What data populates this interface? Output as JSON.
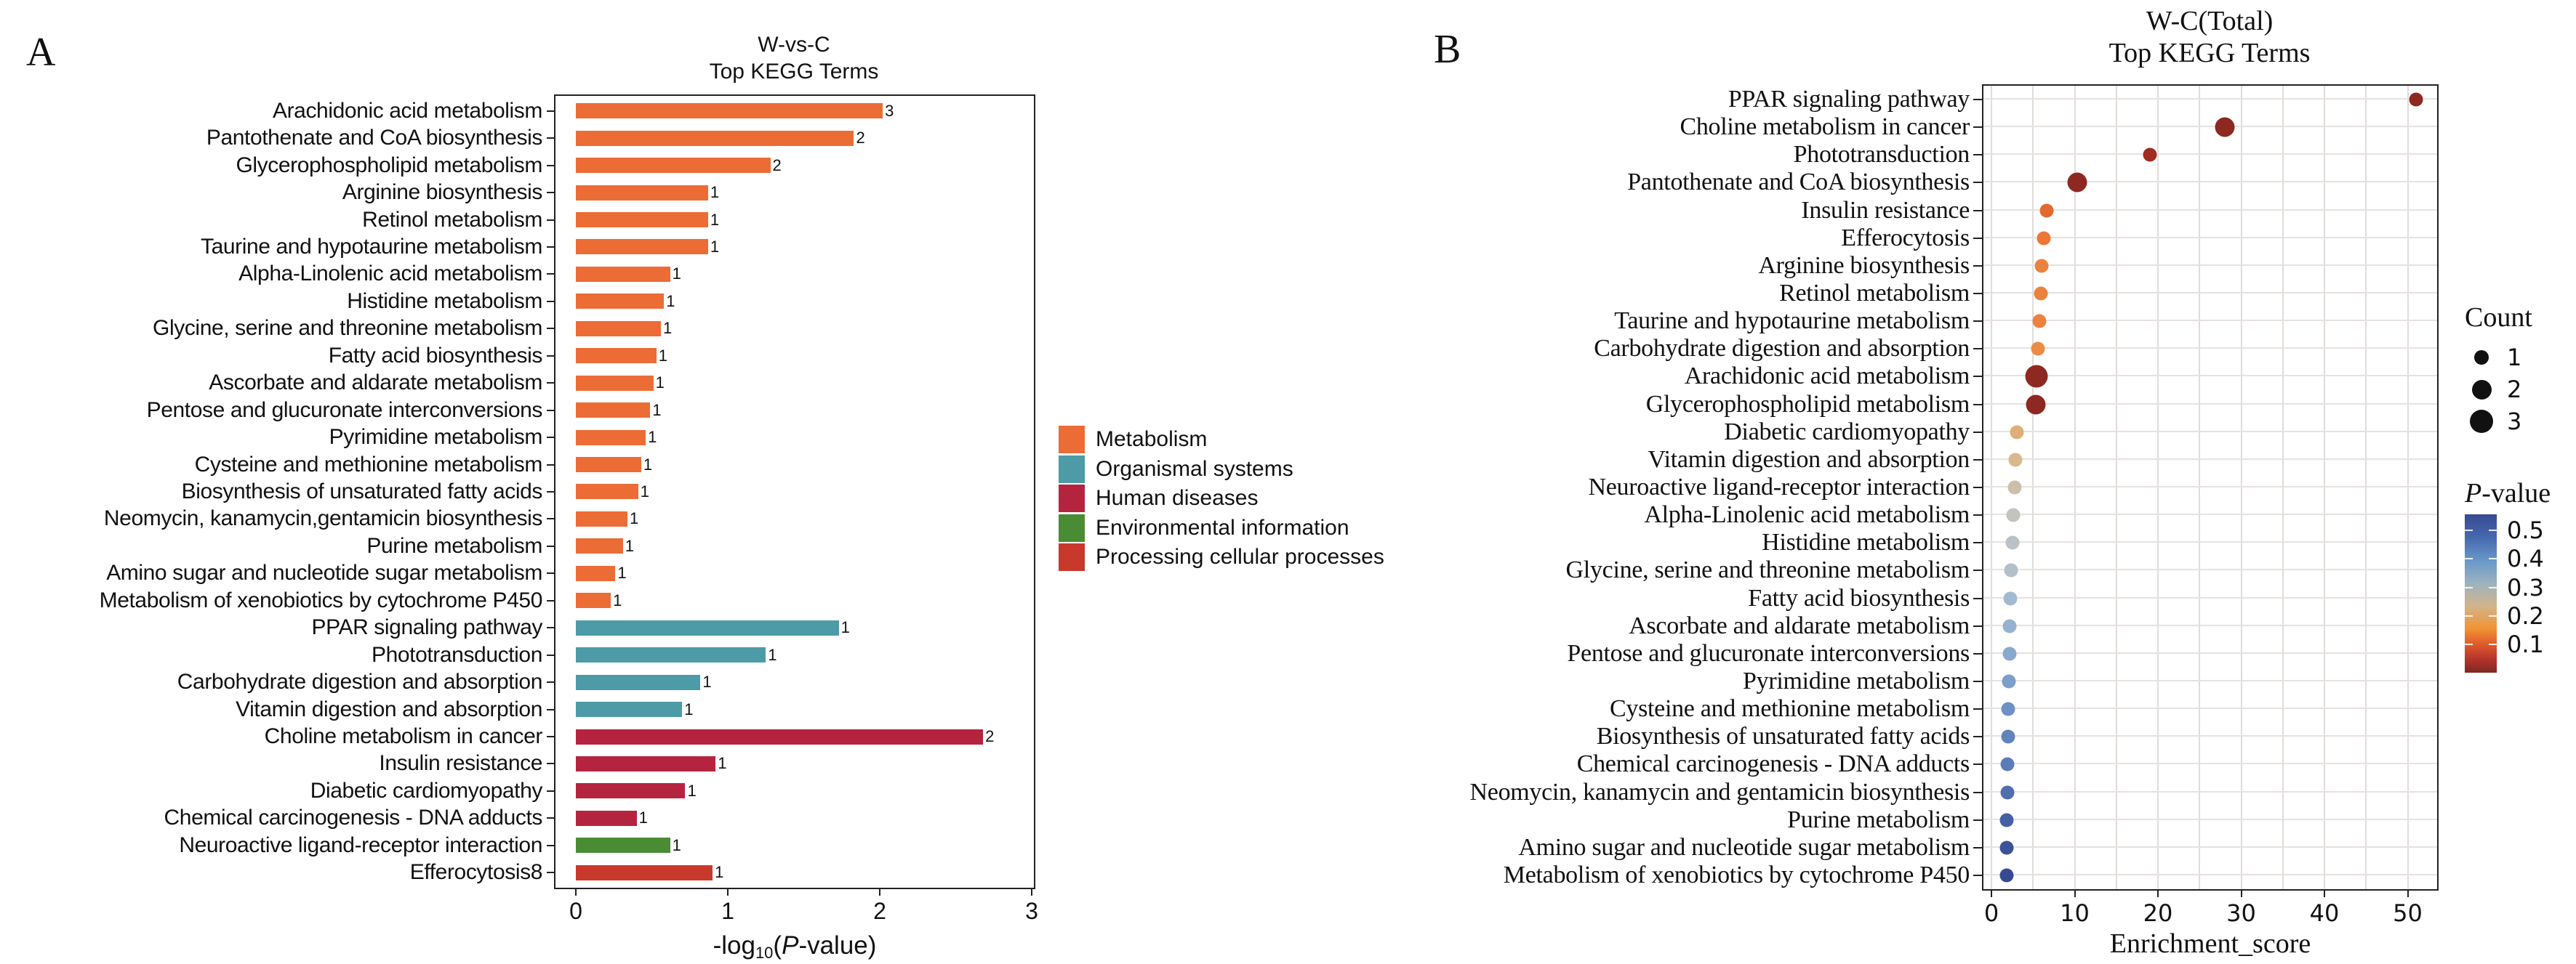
{
  "panel_a": {
    "letter": "A",
    "title_line1": "W-vs-C",
    "title_line2": "Top KEGG Terms",
    "xlabel_prefix": "-log",
    "xlabel_sub": "10",
    "xlabel_open": "(",
    "xlabel_italic": "P",
    "xlabel_rest": "-value)",
    "xticks": [
      "0",
      "1",
      "2",
      "3"
    ],
    "legend": [
      {
        "label": "Metabolism",
        "color": "#EC6C35"
      },
      {
        "label": "Organismal systems",
        "color": "#4C9BA6"
      },
      {
        "label": "Human diseases",
        "color": "#B5243E"
      },
      {
        "label": "Environmental information",
        "color": "#4A8C33"
      },
      {
        "label": "Processing cellular processes",
        "color": "#C8392B"
      }
    ]
  },
  "panel_b": {
    "letter": "B",
    "title_line1": "W-C(Total)",
    "title_line2": "Top KEGG Terms",
    "xlabel": "Enrichment_score",
    "xticks": [
      "0",
      "10",
      "20",
      "30",
      "40",
      "50"
    ],
    "count_legend": {
      "title": "Count",
      "items": [
        {
          "label": "1",
          "size": 13
        },
        {
          "label": "2",
          "size": 18
        },
        {
          "label": "3",
          "size": 23
        }
      ]
    },
    "pvalue_legend": {
      "title_italic": "P",
      "title_rest": "-value",
      "ticks": [
        "0.5",
        "0.4",
        "0.3",
        "0.2",
        "0.1"
      ]
    }
  },
  "chart_data": [
    {
      "type": "bar",
      "title": "W-vs-C Top KEGG Terms",
      "xlabel": "-log10(P-value)",
      "ylabel": "",
      "xlim": [
        0,
        3
      ],
      "orientation": "horizontal",
      "grid": false,
      "legend_position": "right",
      "categories": [
        "Arachidonic acid metabolism",
        "Pantothenate and CoA biosynthesis",
        "Glycerophospholipid metabolism",
        "Arginine biosynthesis",
        "Retinol metabolism",
        "Taurine and hypotaurine metabolism",
        "Alpha-Linolenic acid metabolism",
        "Histidine metabolism",
        "Glycine, serine and threonine metabolism",
        "Fatty acid biosynthesis",
        "Ascorbate and aldarate metabolism",
        "Pentose and glucuronate interconversions",
        "Pyrimidine metabolism",
        "Cysteine and methionine metabolism",
        "Biosynthesis of unsaturated fatty acids",
        "Neomycin, kanamycin,gentamicin biosynthesis ",
        "Purine metabolism",
        "Amino sugar and nucleotide sugar metabolism",
        "Metabolism of xenobiotics by cytochrome P450",
        "PPAR signaling pathway",
        "Phototransduction",
        "Carbohydrate digestion and absorption",
        "Vitamin digestion and absorption",
        "Choline metabolism in cancer",
        "Insulin resistance",
        "Diabetic cardiomyopathy",
        "Chemical carcinogenesis - DNA adducts",
        "Neuroactive ligand-receptor interaction",
        "Efferocytosis8"
      ],
      "values": [
        2.02,
        1.83,
        1.28,
        0.87,
        0.87,
        0.87,
        0.62,
        0.58,
        0.56,
        0.53,
        0.51,
        0.49,
        0.46,
        0.43,
        0.41,
        0.34,
        0.31,
        0.26,
        0.23,
        1.73,
        1.25,
        0.82,
        0.7,
        2.68,
        0.92,
        0.72,
        0.4,
        0.62,
        0.9
      ],
      "bar_labels": [
        "3",
        "2",
        "2",
        "1",
        "1",
        "1",
        "1",
        "1",
        "1",
        "1",
        "1",
        "1",
        "1",
        "1",
        "1",
        "1",
        "1",
        "1",
        "1",
        "1",
        "1",
        "1",
        "1",
        "2",
        "1",
        "1",
        "1",
        "1",
        "1"
      ],
      "groups": [
        "Metabolism",
        "Metabolism",
        "Metabolism",
        "Metabolism",
        "Metabolism",
        "Metabolism",
        "Metabolism",
        "Metabolism",
        "Metabolism",
        "Metabolism",
        "Metabolism",
        "Metabolism",
        "Metabolism",
        "Metabolism",
        "Metabolism",
        "Metabolism",
        "Metabolism",
        "Metabolism",
        "Metabolism",
        "Organismal systems",
        "Organismal systems",
        "Organismal systems",
        "Organismal systems",
        "Human diseases",
        "Human diseases",
        "Human diseases",
        "Human diseases",
        "Environmental information",
        "Processing cellular processes"
      ],
      "group_colors": {
        "Metabolism": "#EC6C35",
        "Organismal systems": "#4C9BA6",
        "Human diseases": "#B5243E",
        "Environmental information": "#4A8C33",
        "Processing cellular processes": "#C8392B"
      }
    },
    {
      "type": "scatter",
      "title": "W-C(Total) Top KEGG Terms",
      "xlabel": "Enrichment_score",
      "ylabel": "",
      "xlim": [
        0,
        53
      ],
      "grid": true,
      "legend_position": "right",
      "size_legend": "Count",
      "color_legend": "P-value",
      "color_range": [
        0.05,
        0.55
      ],
      "points": [
        {
          "term": "PPAR signaling pathway",
          "enrichment_score": 51.0,
          "count": 1,
          "pvalue": 0.07
        },
        {
          "term": "Choline metabolism in cancer",
          "enrichment_score": 28.0,
          "count": 2,
          "pvalue": 0.07
        },
        {
          "term": "Phototransduction",
          "enrichment_score": 19.0,
          "count": 1,
          "pvalue": 0.09
        },
        {
          "term": "Pantothenate and CoA biosynthesis",
          "enrichment_score": 10.3,
          "count": 2,
          "pvalue": 0.07
        },
        {
          "term": "Insulin resistance",
          "enrichment_score": 6.6,
          "count": 1,
          "pvalue": 0.15
        },
        {
          "term": "Efferocytosis",
          "enrichment_score": 6.3,
          "count": 1,
          "pvalue": 0.16
        },
        {
          "term": "Arginine biosynthesis",
          "enrichment_score": 6.0,
          "count": 1,
          "pvalue": 0.17
        },
        {
          "term": "Retinol metabolism",
          "enrichment_score": 5.9,
          "count": 1,
          "pvalue": 0.17
        },
        {
          "term": "Taurine and hypotaurine metabolism",
          "enrichment_score": 5.8,
          "count": 1,
          "pvalue": 0.17
        },
        {
          "term": "Carbohydrate digestion and absorption",
          "enrichment_score": 5.6,
          "count": 1,
          "pvalue": 0.18
        },
        {
          "term": "Arachidonic acid metabolism",
          "enrichment_score": 5.4,
          "count": 3,
          "pvalue": 0.07
        },
        {
          "term": "Glycerophospholipid metabolism",
          "enrichment_score": 5.3,
          "count": 2,
          "pvalue": 0.07
        },
        {
          "term": "Diabetic cardiomyopathy",
          "enrichment_score": 3.1,
          "count": 1,
          "pvalue": 0.23
        },
        {
          "term": "Vitamin digestion and absorption",
          "enrichment_score": 2.9,
          "count": 1,
          "pvalue": 0.25
        },
        {
          "term": "Neuroactive ligand-receptor interaction",
          "enrichment_score": 2.8,
          "count": 1,
          "pvalue": 0.28
        },
        {
          "term": "Alpha-Linolenic acid metabolism",
          "enrichment_score": 2.6,
          "count": 1,
          "pvalue": 0.3
        },
        {
          "term": "Histidine metabolism",
          "enrichment_score": 2.5,
          "count": 1,
          "pvalue": 0.32
        },
        {
          "term": "Glycine, serine and threonine metabolism",
          "enrichment_score": 2.4,
          "count": 1,
          "pvalue": 0.34
        },
        {
          "term": "Fatty acid biosynthesis",
          "enrichment_score": 2.3,
          "count": 1,
          "pvalue": 0.37
        },
        {
          "term": "Ascorbate and aldarate metabolism",
          "enrichment_score": 2.2,
          "count": 1,
          "pvalue": 0.39
        },
        {
          "term": "Pentose and glucuronate interconversions",
          "enrichment_score": 2.2,
          "count": 1,
          "pvalue": 0.41
        },
        {
          "term": "Pyrimidine metabolism",
          "enrichment_score": 2.1,
          "count": 1,
          "pvalue": 0.43
        },
        {
          "term": "Cysteine and methionine metabolism",
          "enrichment_score": 2.0,
          "count": 1,
          "pvalue": 0.45
        },
        {
          "term": "Biosynthesis of unsaturated fatty acids",
          "enrichment_score": 2.0,
          "count": 1,
          "pvalue": 0.47
        },
        {
          "term": "Chemical carcinogenesis - DNA adducts",
          "enrichment_score": 1.9,
          "count": 1,
          "pvalue": 0.48
        },
        {
          "term": "Neomycin, kanamycin and gentamicin biosynthesis",
          "enrichment_score": 1.9,
          "count": 1,
          "pvalue": 0.5
        },
        {
          "term": "Purine metabolism",
          "enrichment_score": 1.8,
          "count": 1,
          "pvalue": 0.52
        },
        {
          "term": "Amino sugar and nucleotide sugar metabolism",
          "enrichment_score": 1.8,
          "count": 1,
          "pvalue": 0.54
        },
        {
          "term": "Metabolism of xenobiotics by cytochrome P450",
          "enrichment_score": 1.8,
          "count": 1,
          "pvalue": 0.55
        }
      ]
    }
  ]
}
